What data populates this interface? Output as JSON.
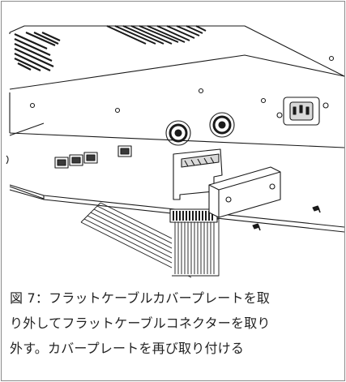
{
  "figure": {
    "caption_lines": [
      "図 7：フラットケーブルカバープレートを取",
      "り外してフラットケーブルコネクターを取り",
      "外す。カバープレートを再び取り付ける"
    ]
  },
  "colors": {
    "line": "#1a1a1a",
    "shade": "#d9d9d9",
    "dark": "#3a3a3a",
    "frame": "#8a8a8a"
  }
}
